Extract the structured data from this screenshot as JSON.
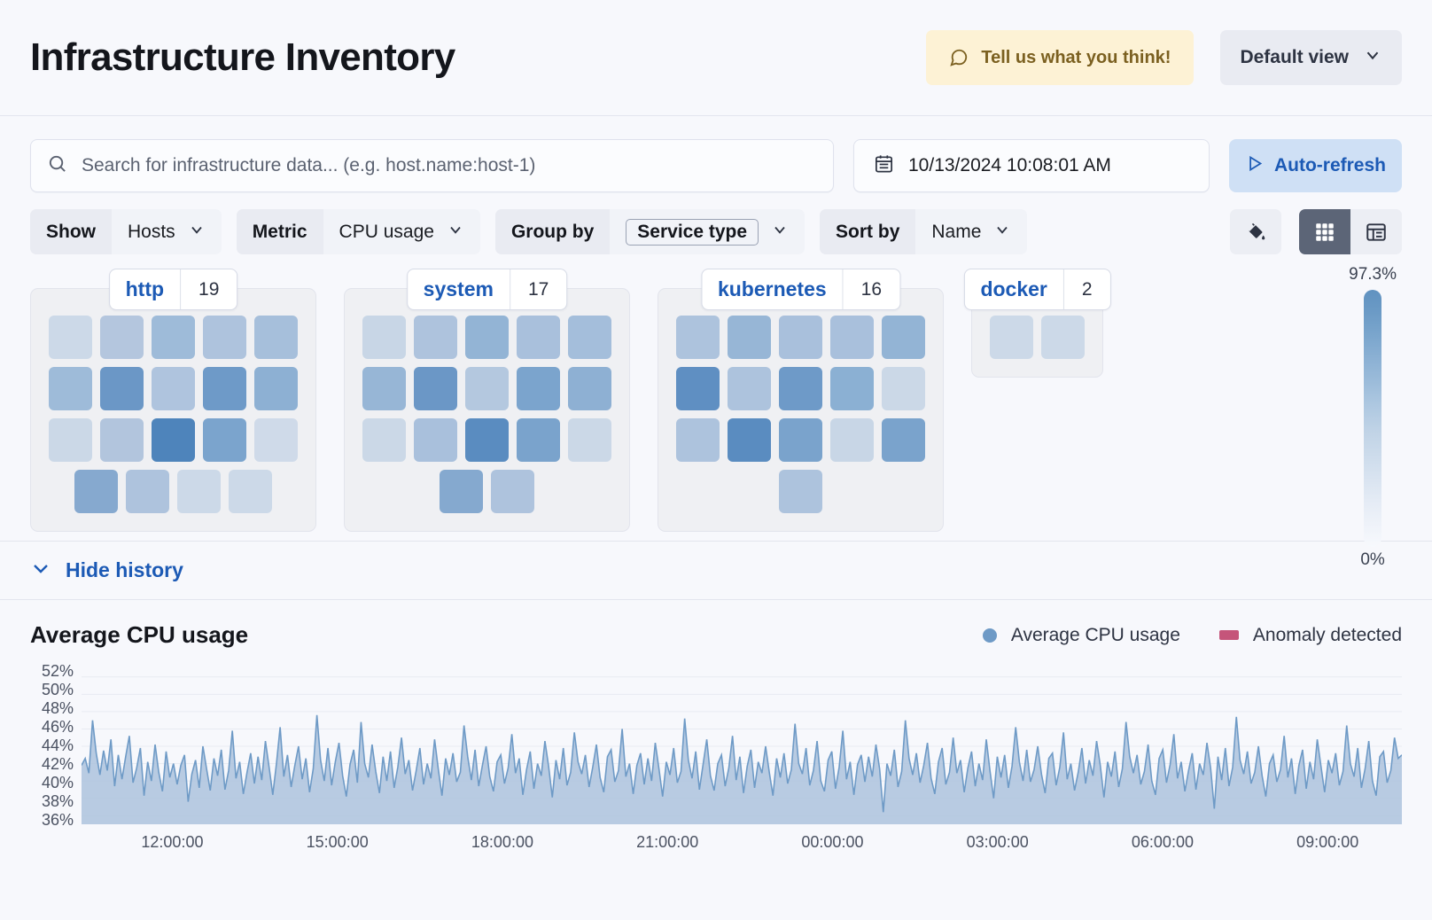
{
  "header": {
    "title": "Infrastructure Inventory",
    "feedback_label": "Tell us what you think!",
    "feedback_icon": "comment-icon",
    "view_label": "Default view",
    "view_icon": "chevron-down-icon"
  },
  "search": {
    "placeholder": "Search for infrastructure data... (e.g. host.name:host-1)",
    "value": "",
    "icon": "search-icon"
  },
  "datepicker": {
    "value": "10/13/2024 10:08:01 AM",
    "icon": "calendar-icon"
  },
  "autorefresh": {
    "label": "Auto-refresh",
    "icon": "play-icon"
  },
  "filters": [
    {
      "label": "Show",
      "value": "Hosts",
      "boxed": false,
      "icon": "chevron-down-icon"
    },
    {
      "label": "Metric",
      "value": "CPU usage",
      "boxed": false,
      "icon": "chevron-down-icon"
    },
    {
      "label": "Group by",
      "value": "Service type",
      "boxed": true,
      "icon": "chevron-down-icon"
    },
    {
      "label": "Sort by",
      "value": "Name",
      "boxed": false,
      "icon": "chevron-down-icon"
    }
  ],
  "toolbar_right": {
    "palette_icon": "paint-bucket-icon",
    "grid_icon": "grid-view-icon",
    "table_icon": "table-view-icon",
    "active_view": "grid"
  },
  "legend_scale": {
    "max": "97.3%",
    "min": "0%",
    "color_high": "#6092c0",
    "color_low": "#f7f9fd"
  },
  "heatmap": {
    "groups": [
      {
        "name": "http",
        "count": "19",
        "rows": [
          [
            "#ccd9e8",
            "#b4c6de",
            "#9ebbd9",
            "#aec3dd",
            "#a6bfdb"
          ],
          [
            "#9ebbd9",
            "#6b97c6",
            "#afc4de",
            "#6e9ac8",
            "#8db0d3"
          ],
          [
            "#cbd8e7",
            "#b2c5dd",
            "#4e84bb",
            "#7ba4cd",
            "#cfdae9"
          ],
          [
            "#86a9cf",
            "#aec3dd",
            "#ccd9e8",
            "#ccd9e8"
          ]
        ]
      },
      {
        "name": "system",
        "count": "17",
        "rows": [
          [
            "#c8d6e6",
            "#aec3dd",
            "#93b4d5",
            "#a9c0dc",
            "#a4bedb"
          ],
          [
            "#97b6d6",
            "#6b97c6",
            "#b4c8df",
            "#7ba4cd",
            "#8eb0d3"
          ],
          [
            "#cbd8e7",
            "#a9c0dc",
            "#5a8cc0",
            "#7aa3cc",
            "#cbd8e7"
          ],
          [
            "#85a9cf",
            "#aec3dd"
          ]
        ]
      },
      {
        "name": "kubernetes",
        "count": "16",
        "rows": [
          [
            "#adc3dd",
            "#97b6d6",
            "#a9c0dc",
            "#a9c0dc",
            "#93b4d5"
          ],
          [
            "#5f8fc2",
            "#adc3dd",
            "#6e9ac8",
            "#8bb0d3",
            "#cbd8e7"
          ],
          [
            "#adc3dd",
            "#5a8cc0",
            "#7aa3cc",
            "#c8d6e6",
            "#7aa3cc"
          ],
          [
            "#adc3dd"
          ]
        ]
      },
      {
        "name": "docker",
        "count": "2",
        "rows": [
          [
            "#ccd9e8",
            "#ccd9e8"
          ]
        ]
      }
    ]
  },
  "history": {
    "toggle_label": "Hide history",
    "toggle_icon": "chevron-down-icon"
  },
  "chart_data": {
    "type": "area",
    "title": "Average CPU usage",
    "xlabel": "",
    "ylabel": "",
    "ylim": [
      35,
      53
    ],
    "grid": true,
    "legend_position": "top-right",
    "legend": [
      {
        "name": "Average CPU usage",
        "color": "#6e9ac6",
        "marker": "circle"
      },
      {
        "name": "Anomaly detected",
        "color": "#c5557a",
        "marker": "square"
      }
    ],
    "ytick_labels": [
      "52%",
      "50%",
      "48%",
      "46%",
      "44%",
      "42%",
      "40%",
      "38%",
      "36%"
    ],
    "ytick_values": [
      52,
      50,
      48,
      46,
      44,
      42,
      40,
      38,
      36
    ],
    "xtick_labels": [
      "12:00:00",
      "15:00:00",
      "18:00:00",
      "21:00:00",
      "00:00:00",
      "03:00:00",
      "06:00:00",
      "09:00:00"
    ],
    "series": [
      {
        "name": "Average CPU usage",
        "color": "#6e9ac6",
        "fill": "#adc3dd",
        "values": [
          41.8,
          42.6,
          40.9,
          47.0,
          43.2,
          40.7,
          43.5,
          41.2,
          44.8,
          39.4,
          43.0,
          40.2,
          42.8,
          45.2,
          39.8,
          41.5,
          43.8,
          38.3,
          42.2,
          40.0,
          44.2,
          41.0,
          38.8,
          43.4,
          40.4,
          42.0,
          39.6,
          41.8,
          43.0,
          37.6,
          40.8,
          42.4,
          39.2,
          44.0,
          41.4,
          38.9,
          42.6,
          40.6,
          43.6,
          39.0,
          41.2,
          45.8,
          40.3,
          42.2,
          38.5,
          41.0,
          43.2,
          39.7,
          42.8,
          40.1,
          44.6,
          41.6,
          38.4,
          42.0,
          46.2,
          40.5,
          43.0,
          39.3,
          41.8,
          44.0,
          40.2,
          42.6,
          38.7,
          41.4,
          47.6,
          42.4,
          40.0,
          43.8,
          39.5,
          42.2,
          44.4,
          40.6,
          38.2,
          41.9,
          43.6,
          39.8,
          46.8,
          42.0,
          40.4,
          44.2,
          41.1,
          38.6,
          42.8,
          40.0,
          43.4,
          39.2,
          41.6,
          45.0,
          40.8,
          42.4,
          38.9,
          41.2,
          43.8,
          39.6,
          42.0,
          40.3,
          44.8,
          41.4,
          38.3,
          42.6,
          40.7,
          43.2,
          39.9,
          41.0,
          46.4,
          42.8,
          40.1,
          43.6,
          39.4,
          41.8,
          44.0,
          40.5,
          38.8,
          42.2,
          43.0,
          39.7,
          41.5,
          45.4,
          40.9,
          42.6,
          38.4,
          41.3,
          43.4,
          39.1,
          42.0,
          40.6,
          44.6,
          41.7,
          38.1,
          42.4,
          40.2,
          43.8,
          39.5,
          41.0,
          45.6,
          42.2,
          40.8,
          43.0,
          39.3,
          41.6,
          44.2,
          40.4,
          38.7,
          42.8,
          43.6,
          39.9,
          41.2,
          46.0,
          40.5,
          42.0,
          38.5,
          41.8,
          43.2,
          39.6,
          42.6,
          40.0,
          44.4,
          41.4,
          38.2,
          42.2,
          40.7,
          43.8,
          39.8,
          41.1,
          47.2,
          42.4,
          40.3,
          43.4,
          39.0,
          41.9,
          44.8,
          40.6,
          38.9,
          42.0,
          43.0,
          39.4,
          41.5,
          45.2,
          40.1,
          42.8,
          38.6,
          41.7,
          43.6,
          39.2,
          42.2,
          40.9,
          44.0,
          41.0,
          38.3,
          42.6,
          40.4,
          43.2,
          39.7,
          41.3,
          46.6,
          42.0,
          40.8,
          43.8,
          39.5,
          41.2,
          44.6,
          40.0,
          38.8,
          42.4,
          43.4,
          39.1,
          41.6,
          45.8,
          40.2,
          42.2,
          38.4,
          41.9,
          43.0,
          39.9,
          42.8,
          40.5,
          44.2,
          41.4,
          36.4,
          42.0,
          40.6,
          43.6,
          39.3,
          41.1,
          47.0,
          42.6,
          40.7,
          43.2,
          39.8,
          41.8,
          44.4,
          40.3,
          38.5,
          42.2,
          43.8,
          39.6,
          41.0,
          45.0,
          40.9,
          42.4,
          38.7,
          41.5,
          43.4,
          39.4,
          42.0,
          40.1,
          44.8,
          41.2,
          38.0,
          42.8,
          40.4,
          43.0,
          39.2,
          41.7,
          46.2,
          42.2,
          40.0,
          43.6,
          39.9,
          41.3,
          44.0,
          40.8,
          38.6,
          42.6,
          43.2,
          39.5,
          41.6,
          45.6,
          40.2,
          42.0,
          38.9,
          41.0,
          43.8,
          39.7,
          42.4,
          40.6,
          44.6,
          41.8,
          38.1,
          42.2,
          40.5,
          43.4,
          39.3,
          41.4,
          46.8,
          42.8,
          40.9,
          43.0,
          39.6,
          41.1,
          44.2,
          40.0,
          38.4,
          42.6,
          43.6,
          39.8,
          41.9,
          45.4,
          40.3,
          42.2,
          38.8,
          41.2,
          43.2,
          39.0,
          42.0,
          40.7,
          44.4,
          41.5,
          36.8,
          42.8,
          40.1,
          43.8,
          39.4,
          41.6,
          47.4,
          42.4,
          40.8,
          43.4,
          39.7,
          41.0,
          44.0,
          40.6,
          38.2,
          42.0,
          43.0,
          39.9,
          41.3,
          45.2,
          40.4,
          42.6,
          38.5,
          41.8,
          43.6,
          39.1,
          42.2,
          40.2,
          44.8,
          41.7,
          38.7,
          42.4,
          40.9,
          43.2,
          39.5,
          41.1,
          46.4,
          42.0,
          40.5,
          43.8,
          39.2,
          41.4,
          44.6,
          40.0,
          38.3,
          42.8,
          43.4,
          39.8,
          41.2,
          45.0,
          42.6,
          43.0
        ]
      }
    ]
  }
}
